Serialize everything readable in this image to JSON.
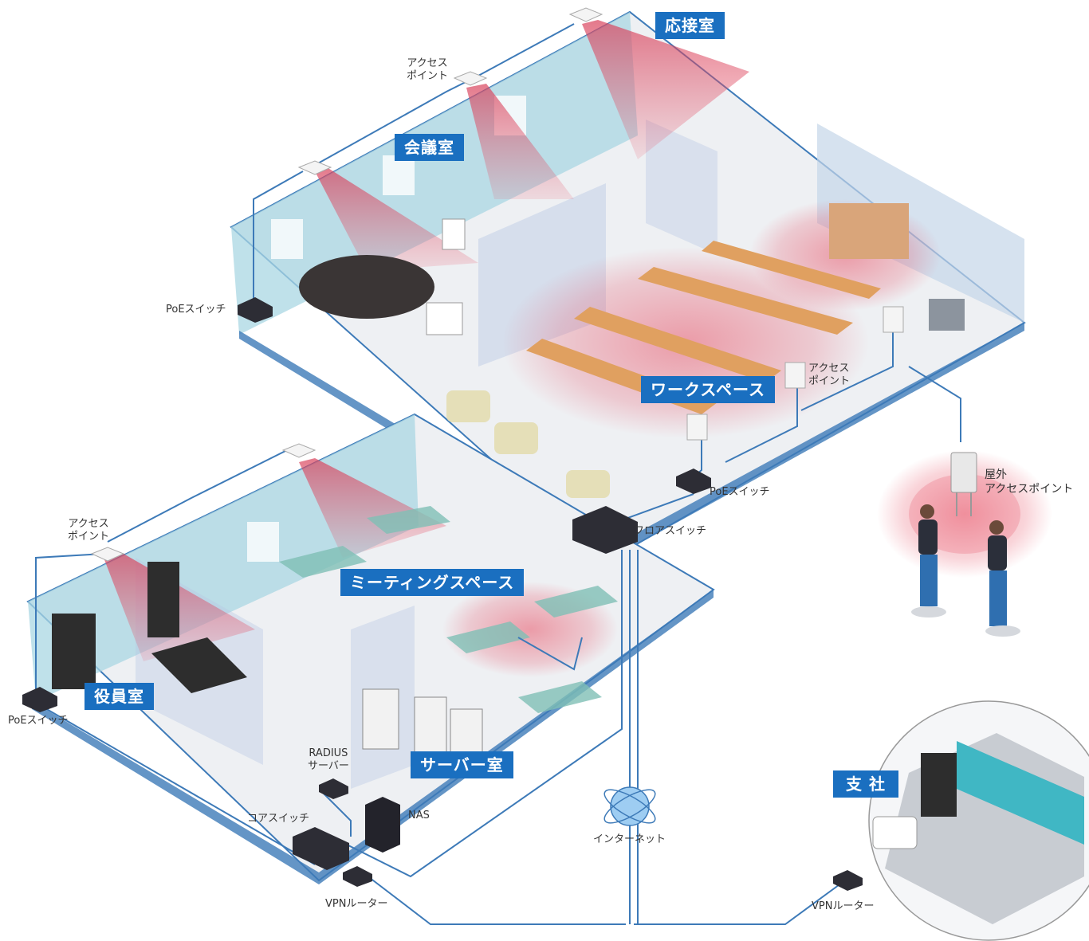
{
  "rooms": {
    "reception": "応接室",
    "conference": "会議室",
    "workspace": "ワークスペース",
    "meeting_space": "ミーティングスペース",
    "executive": "役員室",
    "server_room": "サーバー室",
    "branch": "支 社"
  },
  "devices": {
    "ap_upper_1": "アクセス",
    "ap_upper_2": "ポイント",
    "ap_work_1": "アクセス",
    "ap_work_2": "ポイント",
    "ap_lower_1": "アクセス",
    "ap_lower_2": "ポイント",
    "outdoor_ap_1": "屋外",
    "outdoor_ap_2": "アクセスポイント",
    "poe_switch_upper_left": "PoEスイッチ",
    "poe_switch_upper_right": "PoEスイッチ",
    "poe_switch_lower": "PoEスイッチ",
    "floor_switch": "フロアスイッチ",
    "radius_1": "RADIUS",
    "radius_2": "サーバー",
    "nas": "NAS",
    "core_switch": "コアスイッチ",
    "vpn_router_main": "VPNルーター",
    "vpn_router_branch": "VPNルーター",
    "internet": "インターネット"
  },
  "colors": {
    "label_bg": "#1a6fc0",
    "cable": "#3d7ab8",
    "wall": "#a9d7e3",
    "floor": "#eef0f3",
    "coverage": "#e8566a"
  }
}
